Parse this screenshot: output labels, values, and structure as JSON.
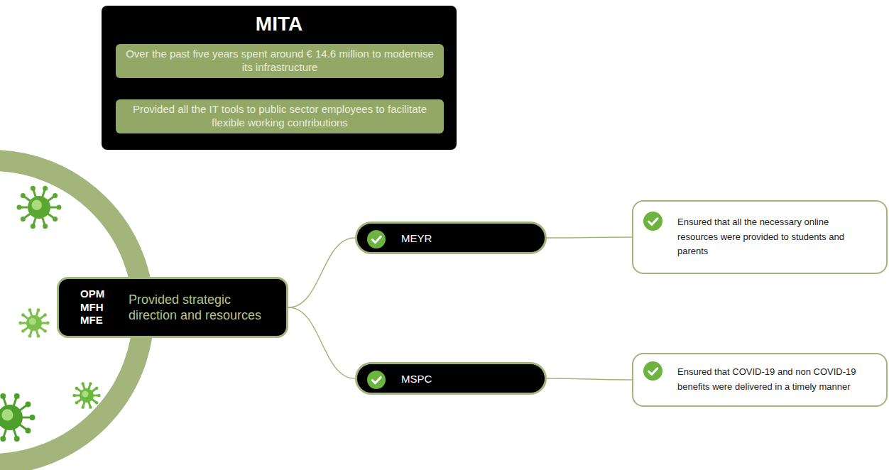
{
  "diagram": {
    "nodes": [
      {
        "text": [
          "MITA"
        ]
      },
      {
        "text": [
          "Over the past five years spent around € 14.6 million to modernise its infrastructure"
        ],
        "in": 0
      },
      {
        "text": [
          "Provided all the IT tools to public sector employees to facilitate flexible working contributions"
        ],
        "in": 0
      },
      {
        "text": [
          "OPM MFH MFE",
          "Provided strategic direction and resources"
        ]
      },
      {
        "text": [
          "MEYR"
        ]
      },
      {
        "text": [
          "Ensured that all the necessary online resources were provided to students and parents"
        ]
      },
      {
        "text": [
          "MSPC"
        ]
      },
      {
        "text": [
          "Ensured that COVID-19 and non COVID-19 benefits were delivered in a timely manner"
        ]
      }
    ],
    "edges": [
      {
        "from": 3,
        "to": 4,
        "arrow": "none"
      },
      {
        "from": 3,
        "to": 6,
        "arrow": "none"
      },
      {
        "from": 4,
        "to": 5,
        "arrow": "none"
      },
      {
        "from": 6,
        "to": 7,
        "arrow": "none"
      }
    ]
  }
}
